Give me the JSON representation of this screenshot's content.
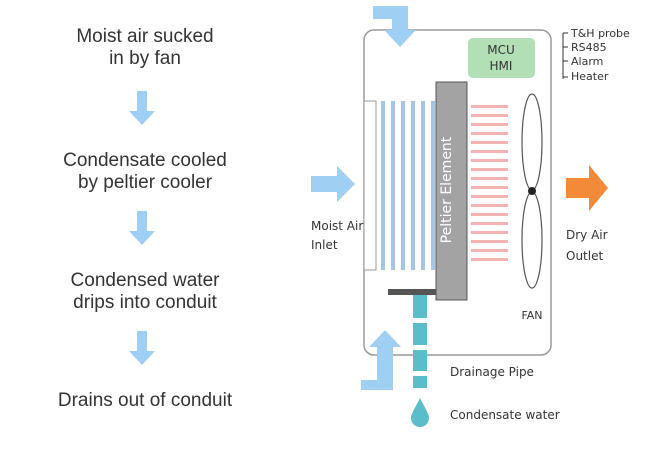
{
  "steps": [
    "Moist air sucked\nin by fan",
    "Condensate cooled\nby peltier cooler",
    "Condensed water\ndrips into conduit",
    "Drains out of conduit"
  ],
  "diagram": {
    "mcu_label_1": "MCU",
    "mcu_label_2": "HMI",
    "io_labels": [
      "T&H probe",
      "RS485",
      "Alarm",
      "Heater"
    ],
    "peltier_label": "Peltier Element",
    "inlet_label_1": "Moist Air",
    "inlet_label_2": "Inlet",
    "outlet_label_1": "Dry Air",
    "outlet_label_2": "Outlet",
    "fan_label": "FAN",
    "drain_label": "Drainage Pipe",
    "condensate_label": "Condensate water"
  },
  "colors": {
    "arrow_blue": "#9fd0f3",
    "outlet_orange": "#f28a38",
    "mcu_green": "#b3dfb7",
    "fin_blue": "#a6c4e3",
    "fin_pink": "#f3b3b3",
    "peltier_gray": "#a3a3a3",
    "pipe_teal": "#5abdc9"
  }
}
